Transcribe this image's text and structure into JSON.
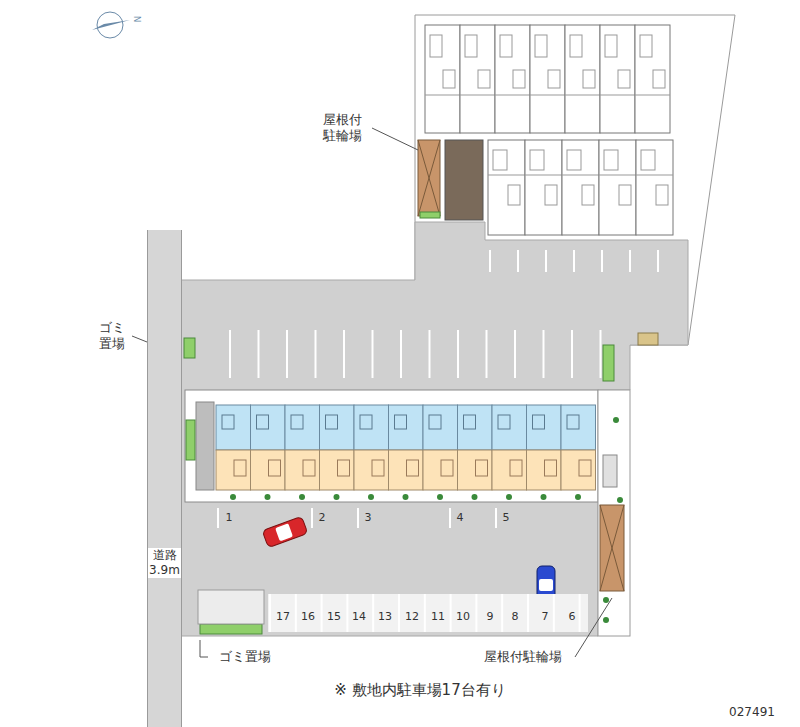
{
  "diagram": {
    "caption": "※ 敷地内駐車場17台有り",
    "nodes": [
      {
        "text": [
          "道路 3.9m"
        ]
      }
    ],
    "labels": [
      "N",
      "屋根付 駐輪場",
      "ゴミ 置場",
      "1",
      "2",
      "3",
      "4",
      "5",
      "17",
      "16",
      "15",
      "14",
      "13",
      "12",
      "11",
      "10",
      "9",
      "8",
      "7",
      "6",
      "ゴミ置場",
      "屋根付駐輪場",
      "027491"
    ]
  }
}
